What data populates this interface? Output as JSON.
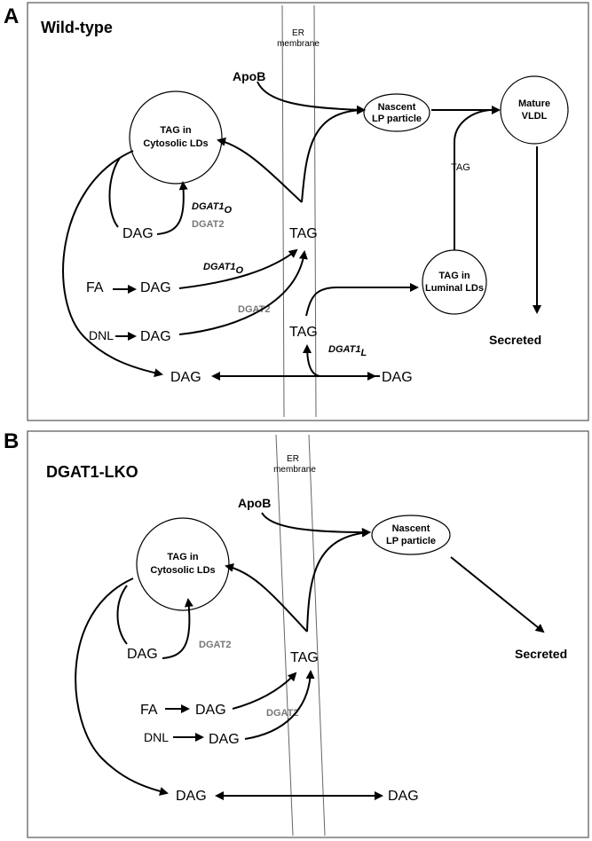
{
  "panel_a": {
    "letter": "A",
    "title": "Wild-type",
    "er_line1": "ER",
    "er_line2": "membrane",
    "apob": "ApoB",
    "nascent_line1": "Nascent",
    "nascent_line2": "LP particle",
    "mature_line1": "Mature",
    "mature_line2": "VLDL",
    "cyto_line1": "TAG in",
    "cyto_line2": "Cytosolic LDs",
    "luminal_line1": "TAG in",
    "luminal_line2": "Luminal LDs",
    "tag_small": "TAG",
    "dgat1": "DGAT1",
    "sub_o": "O",
    "sub_l": "L",
    "dgat2": "DGAT2",
    "dag": "DAG",
    "tag": "TAG",
    "fa": "FA",
    "dnl": "DNL",
    "secreted": "Secreted"
  },
  "panel_b": {
    "letter": "B",
    "title": "DGAT1-LKO",
    "er_line1": "ER",
    "er_line2": "membrane",
    "apob": "ApoB",
    "nascent_line1": "Nascent",
    "nascent_line2": "LP particle",
    "cyto_line1": "TAG in",
    "cyto_line2": "Cytosolic LDs",
    "dgat2": "DGAT2",
    "dag": "DAG",
    "tag": "TAG",
    "fa": "FA",
    "dnl": "DNL",
    "secreted": "Secreted"
  }
}
